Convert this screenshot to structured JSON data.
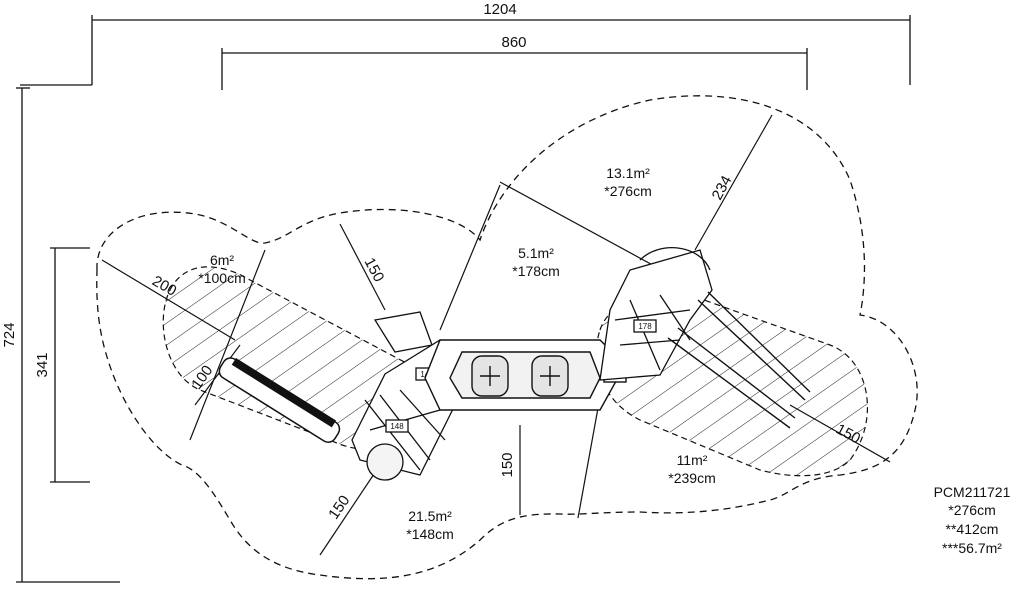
{
  "dimensions": {
    "overall_width": "1204",
    "inner_width": "860",
    "overall_height": "724",
    "inner_height": "341",
    "d_234": "234",
    "d_150_top": "150",
    "d_200": "200",
    "d_100": "100",
    "d_150_bottom_left": "150",
    "d_150_center": "150",
    "d_150_right": "150"
  },
  "areas": [
    {
      "area": "6m²",
      "height": "*100cm"
    },
    {
      "area": "5.1m²",
      "height": "*178cm"
    },
    {
      "area": "13.1m²",
      "height": "*276cm"
    },
    {
      "area": "11m²",
      "height": "*239cm"
    },
    {
      "area": "21.5m²",
      "height": "*148cm"
    }
  ],
  "platform_tags": [
    "148",
    "148",
    "148",
    "178"
  ],
  "summary": {
    "code": "PCM211721",
    "line1": "*276cm",
    "line2": "**412cm",
    "line3": "***56.7m²"
  }
}
